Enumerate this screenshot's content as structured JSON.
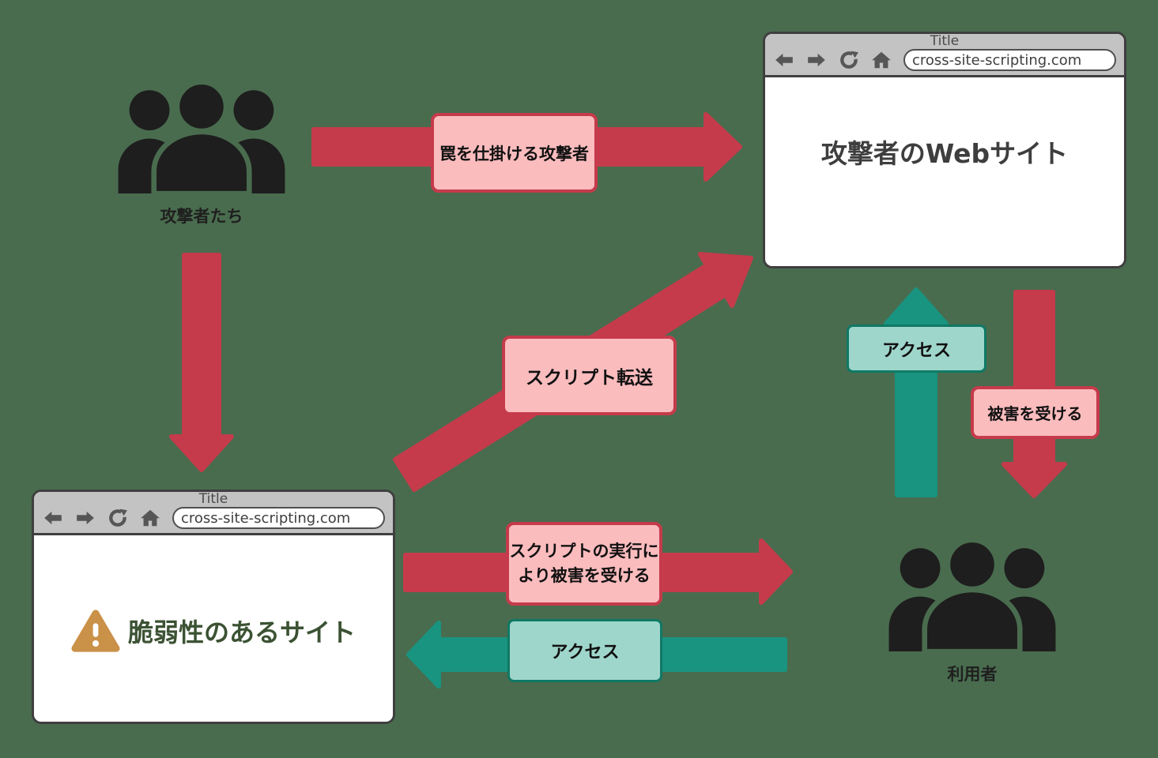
{
  "colors": {
    "background": "#496C4E",
    "arrow_red": "#C53B4B",
    "arrow_teal": "#189480",
    "label_pink_fill": "#FBBCBE",
    "label_teal_fill": "#9FD6CB",
    "label_teal_border": "#0F7965",
    "window_frame": "#3F3F3F",
    "window_header": "#C3C3C3",
    "warning_orange": "#CA9148",
    "vulnerable_text_green": "#3B5233"
  },
  "actors": {
    "attackers": {
      "label": "攻撃者たち"
    },
    "users": {
      "label": "利用者"
    }
  },
  "windows": {
    "attacker_site": {
      "title": "Title",
      "url": "cross-site-scripting.com",
      "body_text": "攻撃者のWebサイト"
    },
    "vulnerable_site": {
      "title": "Title",
      "url": "cross-site-scripting.com",
      "body_text": "脆弱性のあるサイト"
    }
  },
  "arrows": {
    "set_trap": {
      "label": "罠を仕掛ける攻撃者"
    },
    "script_transfer": {
      "label": "スクリプト転送"
    },
    "access_top": {
      "label": "アクセス"
    },
    "damaged": {
      "label": "被害を受ける"
    },
    "script_exec": {
      "line1": "スクリプトの実行に",
      "line2": "より被害を受ける"
    },
    "access_bottom": {
      "label": "アクセス"
    }
  }
}
